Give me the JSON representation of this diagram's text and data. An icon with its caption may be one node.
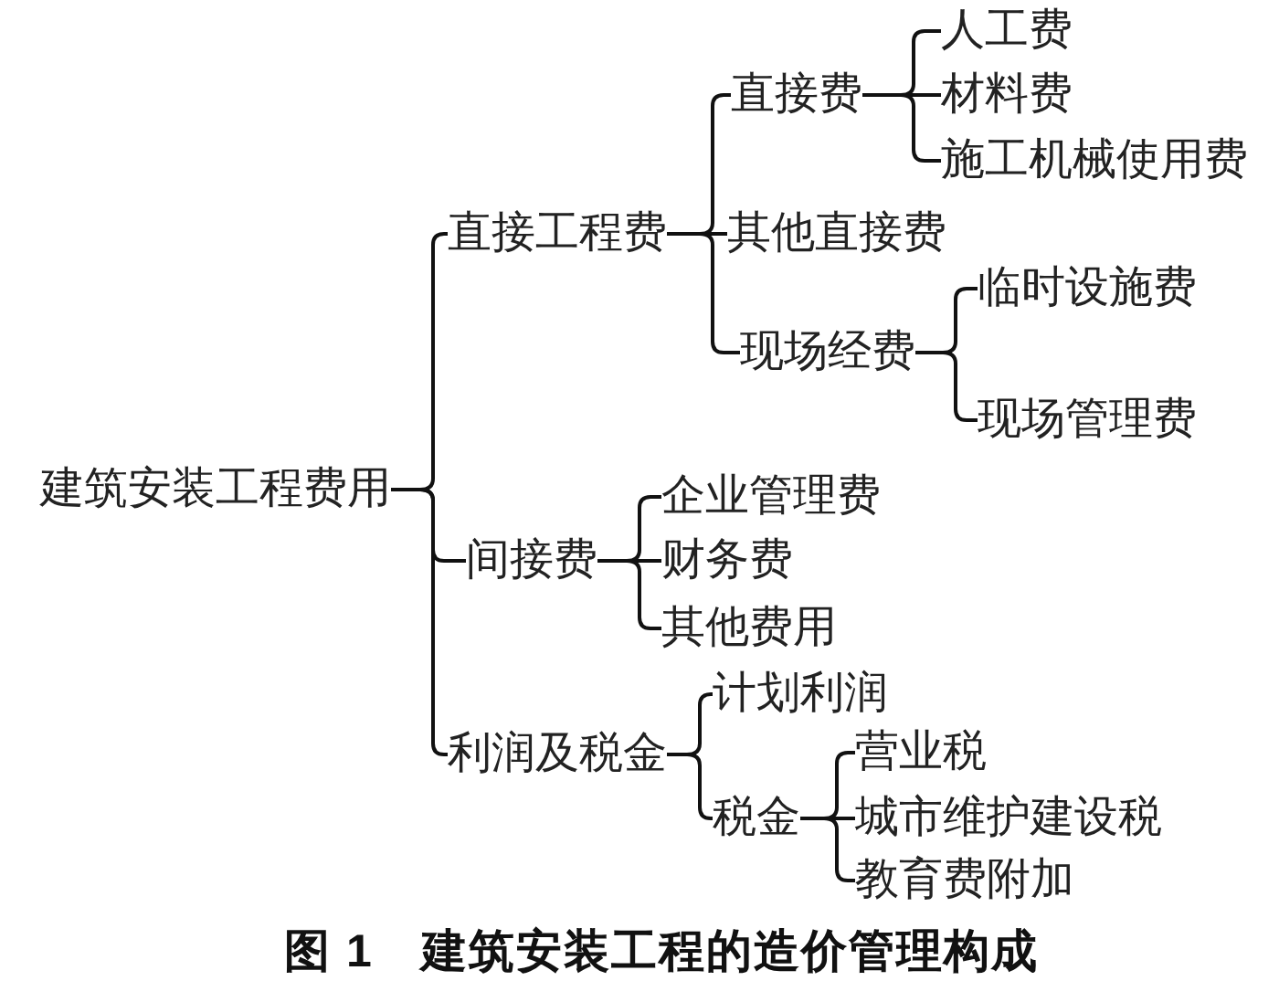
{
  "diagram": {
    "caption": "图 1　建筑安装工程的造价管理构成",
    "nodes": [
      {
        "text": [
          "建筑安装工程费用"
        ]
      },
      {
        "text": [
          "直接工程费"
        ]
      },
      {
        "text": [
          "直接费"
        ]
      },
      {
        "text": [
          "人工费"
        ]
      },
      {
        "text": [
          "材料费"
        ]
      },
      {
        "text": [
          "施工机械使用费"
        ]
      },
      {
        "text": [
          "其他直接费"
        ]
      },
      {
        "text": [
          "现场经费"
        ]
      },
      {
        "text": [
          "临时设施费"
        ]
      },
      {
        "text": [
          "现场管理费"
        ]
      },
      {
        "text": [
          "间接费"
        ]
      },
      {
        "text": [
          "企业管理费"
        ]
      },
      {
        "text": [
          "财务费"
        ]
      },
      {
        "text": [
          "其他费用"
        ]
      },
      {
        "text": [
          "利润及税金"
        ]
      },
      {
        "text": [
          "计划利润"
        ]
      },
      {
        "text": [
          "税金"
        ]
      },
      {
        "text": [
          "营业税"
        ]
      },
      {
        "text": [
          "城市维护建设税"
        ]
      },
      {
        "text": [
          "教育费附加"
        ]
      }
    ],
    "edges": [
      {
        "from": 0,
        "to": 1,
        "arrow": "none"
      },
      {
        "from": 0,
        "to": 10,
        "arrow": "none"
      },
      {
        "from": 0,
        "to": 14,
        "arrow": "none"
      },
      {
        "from": 1,
        "to": 2,
        "arrow": "none"
      },
      {
        "from": 1,
        "to": 6,
        "arrow": "none"
      },
      {
        "from": 1,
        "to": 7,
        "arrow": "none"
      },
      {
        "from": 2,
        "to": 3,
        "arrow": "none"
      },
      {
        "from": 2,
        "to": 4,
        "arrow": "none"
      },
      {
        "from": 2,
        "to": 5,
        "arrow": "none"
      },
      {
        "from": 7,
        "to": 8,
        "arrow": "none"
      },
      {
        "from": 7,
        "to": 9,
        "arrow": "none"
      },
      {
        "from": 10,
        "to": 11,
        "arrow": "none"
      },
      {
        "from": 10,
        "to": 12,
        "arrow": "none"
      },
      {
        "from": 10,
        "to": 13,
        "arrow": "none"
      },
      {
        "from": 14,
        "to": 15,
        "arrow": "none"
      },
      {
        "from": 14,
        "to": 16,
        "arrow": "none"
      },
      {
        "from": 16,
        "to": 17,
        "arrow": "none"
      },
      {
        "from": 16,
        "to": 18,
        "arrow": "none"
      },
      {
        "from": 16,
        "to": 19,
        "arrow": "none"
      }
    ]
  }
}
